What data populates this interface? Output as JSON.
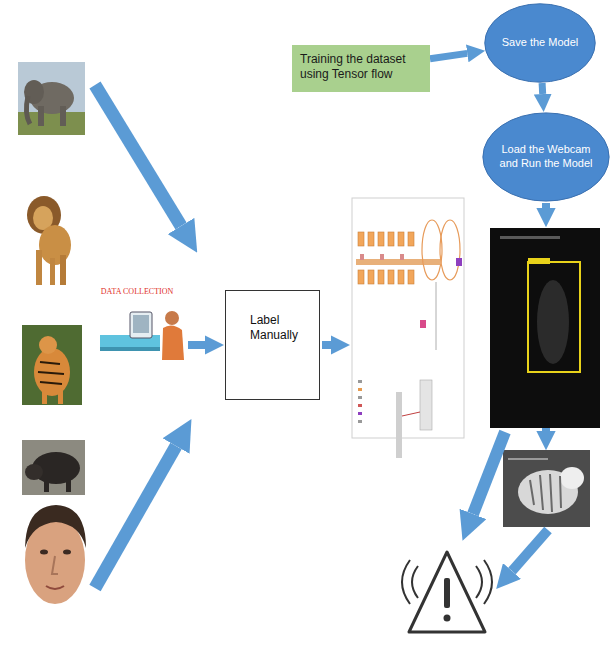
{
  "diagram": {
    "nodes": [
      {
        "text": [
          "Label Manually"
        ]
      },
      {
        "text": [
          "Training the dataset using Tensor flow"
        ]
      },
      {
        "text": [
          "Save the Model"
        ]
      },
      {
        "text": [
          "Load the Webcam and Run the Model"
        ]
      }
    ],
    "edges": [
      {
        "from": 1,
        "to": 2,
        "arrow": "to"
      },
      {
        "from": 2,
        "to": 3,
        "arrow": "to"
      }
    ],
    "labels": [
      "DATA COLLECTION"
    ]
  }
}
